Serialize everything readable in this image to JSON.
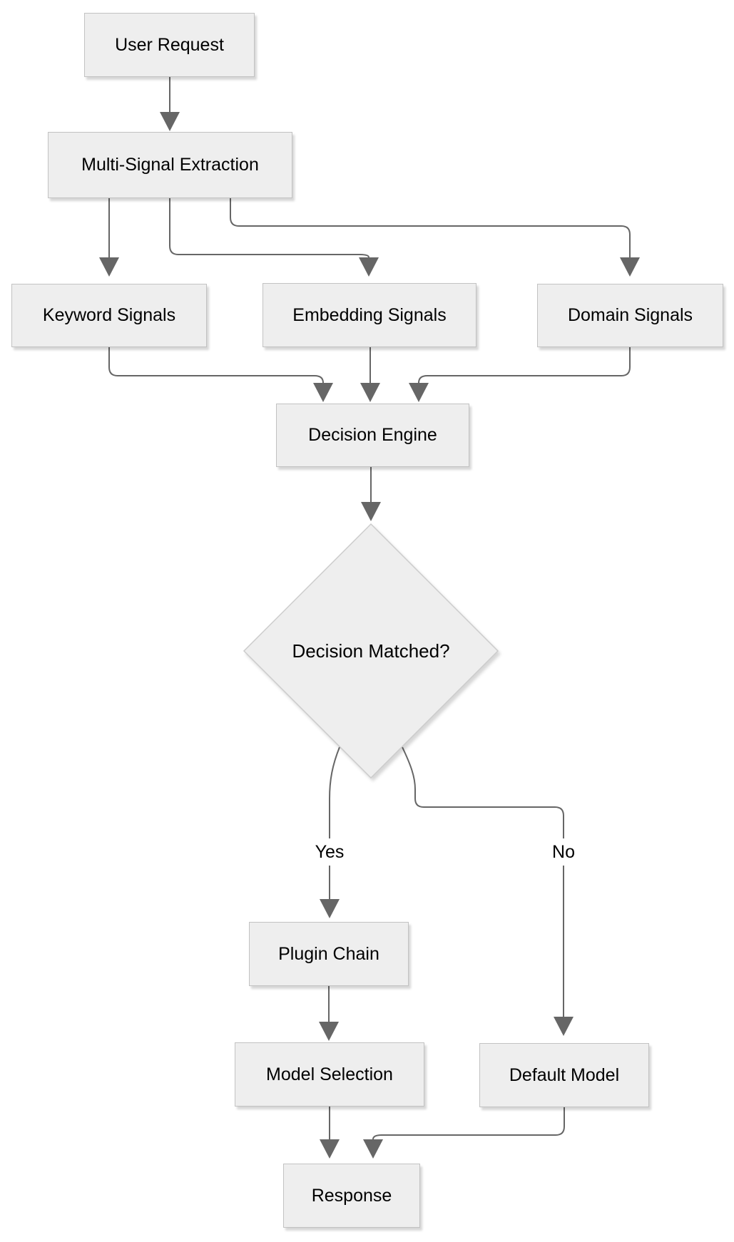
{
  "diagram": {
    "type": "flowchart",
    "nodes": [
      {
        "id": "user-request",
        "label": "User Request",
        "shape": "rect"
      },
      {
        "id": "multi-signal-extraction",
        "label": "Multi-Signal Extraction",
        "shape": "rect"
      },
      {
        "id": "keyword-signals",
        "label": "Keyword Signals",
        "shape": "rect"
      },
      {
        "id": "embedding-signals",
        "label": "Embedding Signals",
        "shape": "rect"
      },
      {
        "id": "domain-signals",
        "label": "Domain Signals",
        "shape": "rect"
      },
      {
        "id": "decision-engine",
        "label": "Decision Engine",
        "shape": "rect"
      },
      {
        "id": "decision-matched",
        "label": "Decision Matched?",
        "shape": "diamond"
      },
      {
        "id": "plugin-chain",
        "label": "Plugin Chain",
        "shape": "rect"
      },
      {
        "id": "model-selection",
        "label": "Model Selection",
        "shape": "rect"
      },
      {
        "id": "default-model",
        "label": "Default Model",
        "shape": "rect"
      },
      {
        "id": "response",
        "label": "Response",
        "shape": "rect"
      }
    ],
    "edges": [
      {
        "from": "user-request",
        "to": "multi-signal-extraction"
      },
      {
        "from": "multi-signal-extraction",
        "to": "keyword-signals"
      },
      {
        "from": "multi-signal-extraction",
        "to": "embedding-signals"
      },
      {
        "from": "multi-signal-extraction",
        "to": "domain-signals"
      },
      {
        "from": "keyword-signals",
        "to": "decision-engine"
      },
      {
        "from": "embedding-signals",
        "to": "decision-engine"
      },
      {
        "from": "domain-signals",
        "to": "decision-engine"
      },
      {
        "from": "decision-engine",
        "to": "decision-matched"
      },
      {
        "from": "decision-matched",
        "to": "plugin-chain",
        "label": "Yes"
      },
      {
        "from": "decision-matched",
        "to": "default-model",
        "label": "No"
      },
      {
        "from": "plugin-chain",
        "to": "model-selection"
      },
      {
        "from": "model-selection",
        "to": "response"
      },
      {
        "from": "default-model",
        "to": "response"
      }
    ],
    "edge_labels": {
      "yes": "Yes",
      "no": "No"
    },
    "colors": {
      "background": "#ffffff",
      "node_fill": "#eeeeee",
      "node_border": "#c2c2c2",
      "edge_stroke": "#666666",
      "arrowhead_fill": "#666666",
      "text": "#000000"
    }
  }
}
